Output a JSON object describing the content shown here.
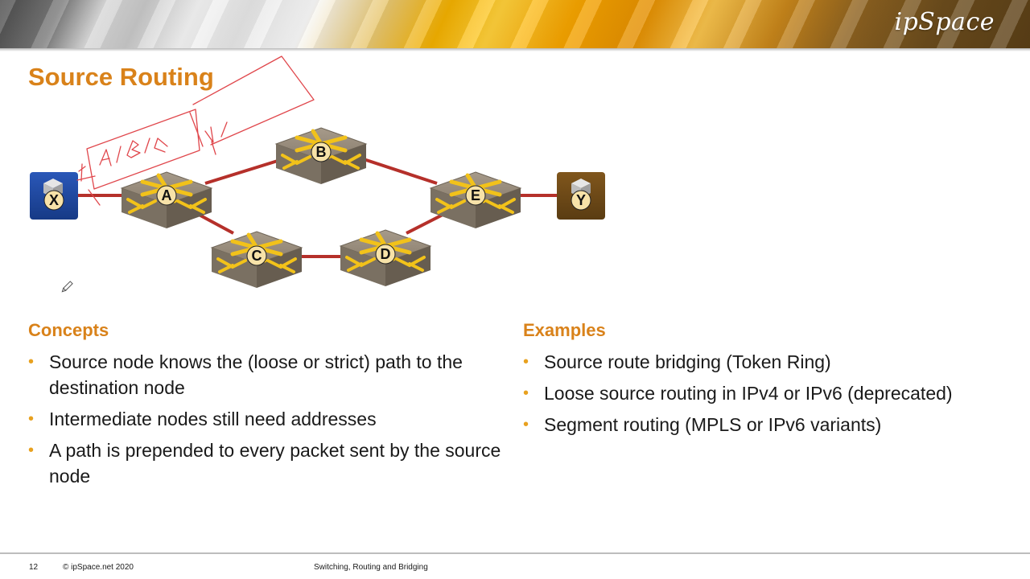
{
  "header": {
    "logo": "ipSpace",
    "title": "Source Routing"
  },
  "diagram": {
    "nodes": [
      {
        "id": "X",
        "label": "X",
        "kind": "host",
        "color": "#1d3f96"
      },
      {
        "id": "A",
        "label": "A",
        "kind": "router"
      },
      {
        "id": "B",
        "label": "B",
        "kind": "router"
      },
      {
        "id": "C",
        "label": "C",
        "kind": "router"
      },
      {
        "id": "D",
        "label": "D",
        "kind": "router"
      },
      {
        "id": "E",
        "label": "E",
        "kind": "router"
      },
      {
        "id": "Y",
        "label": "Y",
        "kind": "host",
        "color": "#6b4716"
      }
    ],
    "links": [
      [
        "X",
        "A"
      ],
      [
        "A",
        "B"
      ],
      [
        "B",
        "E"
      ],
      [
        "A",
        "C"
      ],
      [
        "C",
        "D"
      ],
      [
        "D",
        "E"
      ],
      [
        "E",
        "Y"
      ]
    ],
    "link_color": "#b5302a",
    "annotation": {
      "text": "A|B|E | Y",
      "color": "#e0474c"
    }
  },
  "concepts": {
    "heading": "Concepts",
    "items": [
      "Source node knows the (loose or strict) path to the destination node",
      "Intermediate nodes still need addresses",
      "A path is prepended to every packet sent by the source node"
    ]
  },
  "examples": {
    "heading": "Examples",
    "items": [
      "Source route bridging (Token Ring)",
      "Loose source routing in IPv4 or IPv6 (deprecated)",
      "Segment routing (MPLS or IPv6 variants)"
    ]
  },
  "footer": {
    "page": "12",
    "copyright": "© ipSpace.net 2020",
    "course": "Switching, Routing and Bridging"
  },
  "colors": {
    "accent": "#d9821a",
    "bullet": "#e8a11f"
  }
}
